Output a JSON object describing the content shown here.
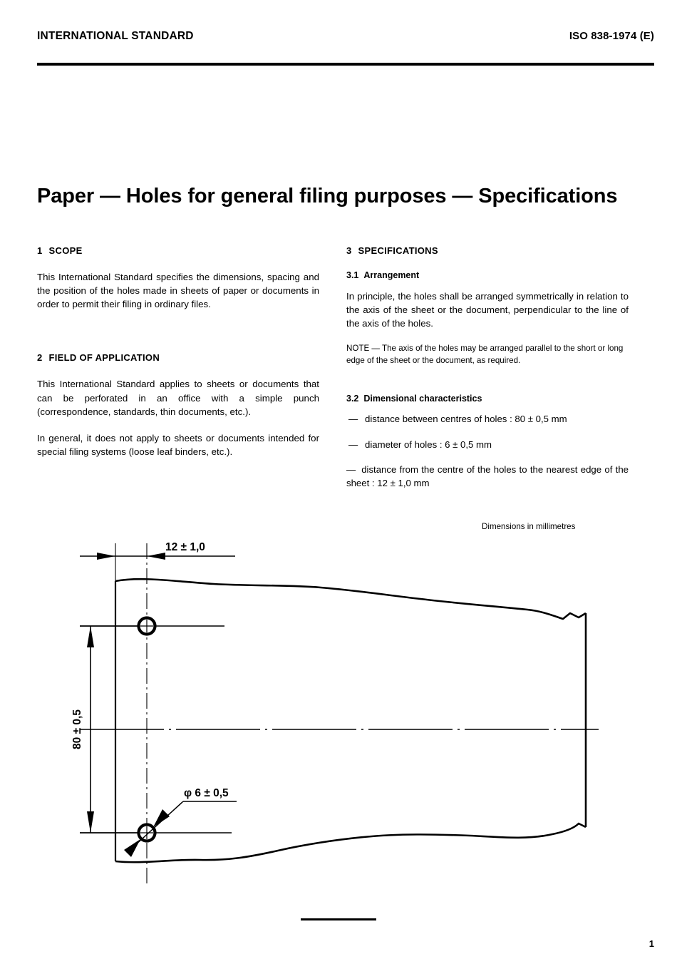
{
  "header": {
    "left_label": "INTERNATIONAL STANDARD",
    "right_label": "ISO 838-1974 (E)"
  },
  "title": "Paper — Holes for general filing purposes — Specifications",
  "sections": {
    "scope": {
      "number": "1",
      "heading": "SCOPE",
      "paragraph": "This International Standard specifies the dimensions, spacing and the position of the holes made in sheets of paper or documents in order to permit their filing in ordinary files."
    },
    "field_of_application": {
      "number": "2",
      "heading": "FIELD OF APPLICATION",
      "paragraph_1": "This International Standard applies to sheets or documents that can be perforated in an office with a simple punch (correspondence, standards, thin documents, etc.).",
      "paragraph_2": "In general, it does not apply to sheets or documents intended for special filing systems (loose leaf binders, etc.)."
    },
    "specifications": {
      "number": "3",
      "heading": "SPECIFICATIONS",
      "arrangement": {
        "number": "3.1",
        "heading": "Arrangement",
        "paragraph": "In principle, the holes shall be arranged symmetrically in relation to the axis of the sheet or the document, perpendicular to the line of the axis of the holes.",
        "note": "NOTE — The axis of the holes may be arranged parallel to the short or long edge of the sheet or the document, as required."
      },
      "dimensional": {
        "number": "3.2",
        "heading": "Dimensional characteristics",
        "dash": "—",
        "items": [
          "distance between centres of holes : 80 ± 0,5 mm",
          "diameter of holes : 6 ± 0,5 mm",
          "distance from the centre of the holes to the nearest edge of the sheet : 12 ± 1,0 mm"
        ]
      }
    }
  },
  "figure": {
    "units_caption": "Dimensions in millimetres",
    "dim_edge_to_centre": "12 ± 1,0",
    "dim_centre_to_centre": "80 ± 0,5",
    "dim_hole_diameter": "φ 6 ± 0,5"
  },
  "footer": {
    "page_number": "1"
  }
}
